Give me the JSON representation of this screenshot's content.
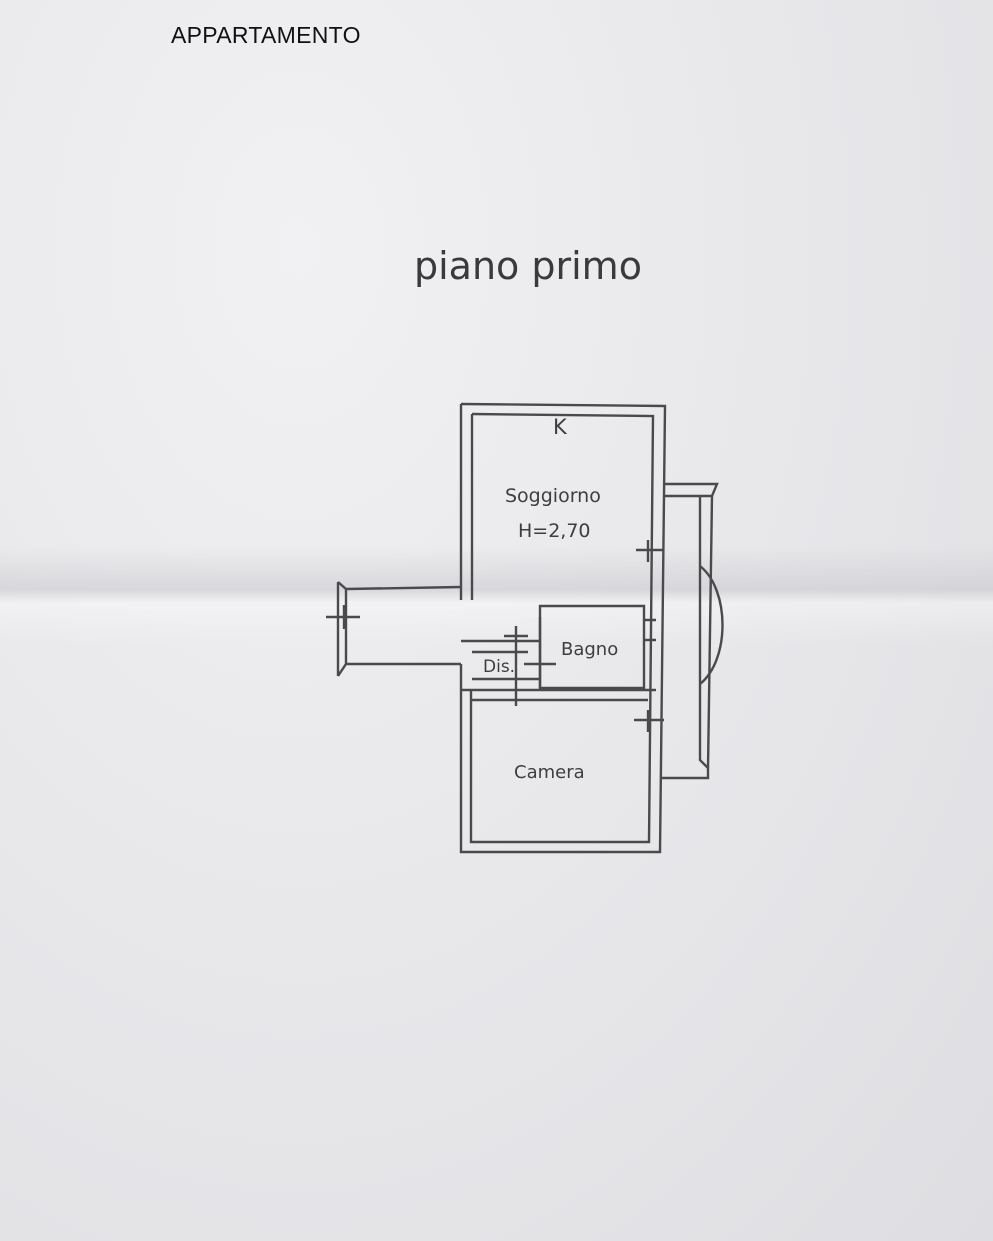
{
  "header": {
    "document_label": "APPARTAMENTO"
  },
  "plan": {
    "title": "piano primo",
    "rooms": {
      "soggiorno": {
        "name": "Soggiorno",
        "height": "H=2,70",
        "marker": "K"
      },
      "bagno": {
        "name": "Bagno"
      },
      "disimpegno": {
        "name": "Dis."
      },
      "camera": {
        "name": "Camera"
      }
    }
  },
  "colors": {
    "paper": "#ebebed",
    "ink": "#3e3e40"
  }
}
